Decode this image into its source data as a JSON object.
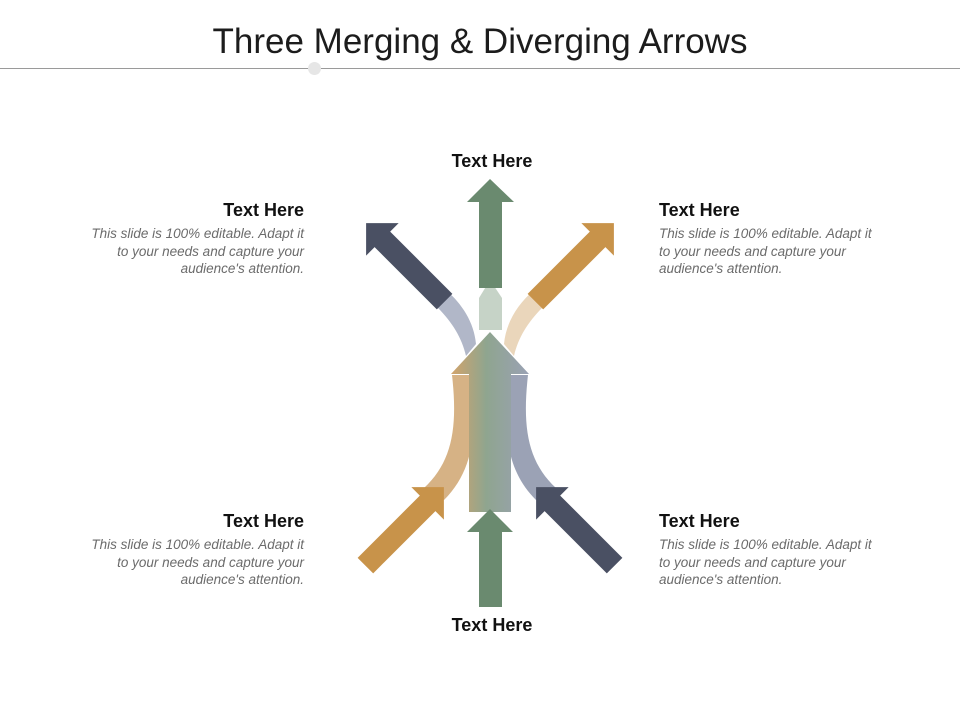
{
  "title": "Three Merging & Diverging Arrows",
  "labels": {
    "top": "Text Here",
    "bottom": "Text Here"
  },
  "blocks": {
    "top_left": {
      "heading": "Text Here",
      "body": "This slide is 100% editable. Adapt it to your needs and capture your audience's attention."
    },
    "top_right": {
      "heading": "Text Here",
      "body": "This slide is 100% editable. Adapt it to your needs and capture your audience's attention."
    },
    "bottom_left": {
      "heading": "Text Here",
      "body": "This slide is 100% editable. Adapt it to your needs and capture your audience's attention."
    },
    "bottom_right": {
      "heading": "Text Here",
      "body": "This slide is 100% editable. Adapt it to your needs and capture your audience's attention."
    }
  },
  "colors": {
    "green": "#6a8a6f",
    "navy": "#4a5063",
    "orange": "#c8934a",
    "blue_gray": "#9aa1b4",
    "tan": "#dcb887",
    "pale_green": "#c9d6c9",
    "pale_blue": "#b5bbca",
    "pale_tan": "#ecd9bf"
  }
}
